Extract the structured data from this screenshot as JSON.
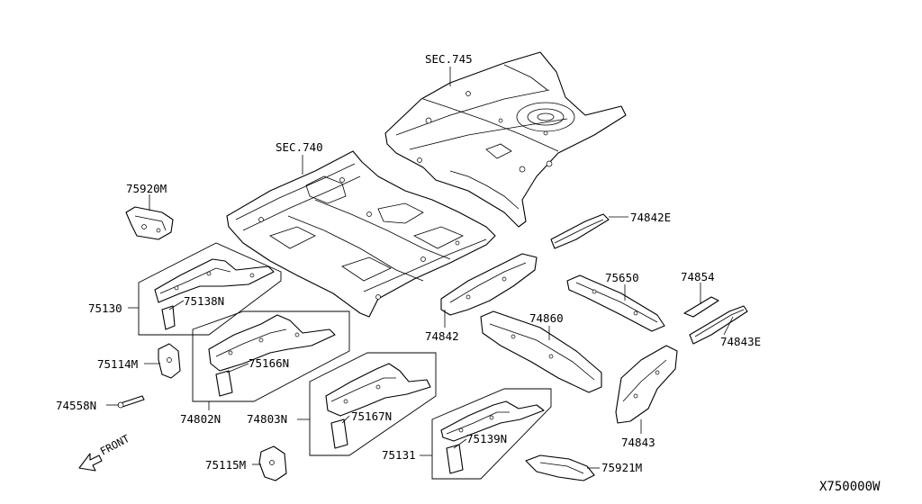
{
  "diagram": {
    "callouts": {
      "sec745": "SEC.745",
      "sec740": "SEC.740",
      "p75920M": "75920M",
      "p75130": "75130",
      "p75138N": "75138N",
      "p75114M": "75114M",
      "p74558N": "74558N",
      "p75166N": "75166N",
      "p74802N": "74802N",
      "p74803N": "74803N",
      "p75167N": "75167N",
      "p75115M": "75115M",
      "p75131": "75131",
      "p75139N": "75139N",
      "p75921M": "75921M",
      "p74842": "74842",
      "p74842E": "74842E",
      "p75650": "75650",
      "p74854": "74854",
      "p74860": "74860",
      "p74843E": "74843E",
      "p74843": "74843"
    },
    "front_label": "FRONT",
    "diagram_code": "X750000W"
  }
}
